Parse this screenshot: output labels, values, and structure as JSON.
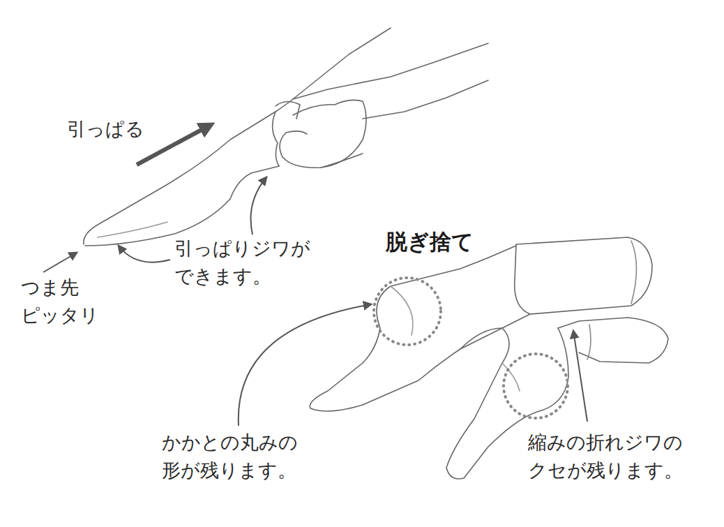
{
  "diagram": {
    "labels": [
      "引っぱる",
      "引っぱりジワが できます。",
      "つま先 ピッタリ",
      "脱ぎ捨て",
      "かかとの丸みの 形が残ります。",
      "縮みの折れジワの クセが残ります。"
    ]
  }
}
